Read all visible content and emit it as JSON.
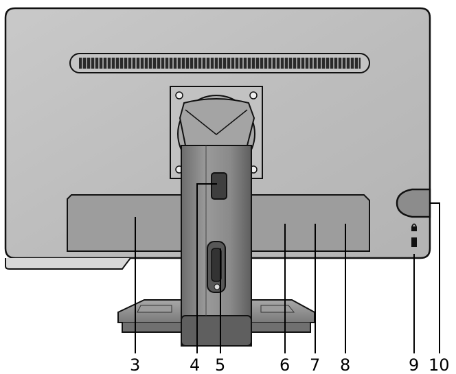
{
  "figure": {
    "description_labels": []
  },
  "callouts": [
    {
      "id": "3",
      "label": "3"
    },
    {
      "id": "4",
      "label": "4"
    },
    {
      "id": "5",
      "label": "5"
    },
    {
      "id": "6",
      "label": "6"
    },
    {
      "id": "7",
      "label": "7"
    },
    {
      "id": "8",
      "label": "8"
    },
    {
      "id": "9",
      "label": "9"
    },
    {
      "id": "10",
      "label": "10"
    }
  ],
  "colors": {
    "monitor_body": "#b9b9b9",
    "monitor_edge": "#1a1a1a",
    "stand": "#8f8f8f",
    "stand_dark": "#6f6f6f",
    "panel": "#9a9a9a",
    "vent": "#2a2a2a"
  },
  "icons": [
    "lock-icon",
    "kensington-slot-icon"
  ]
}
